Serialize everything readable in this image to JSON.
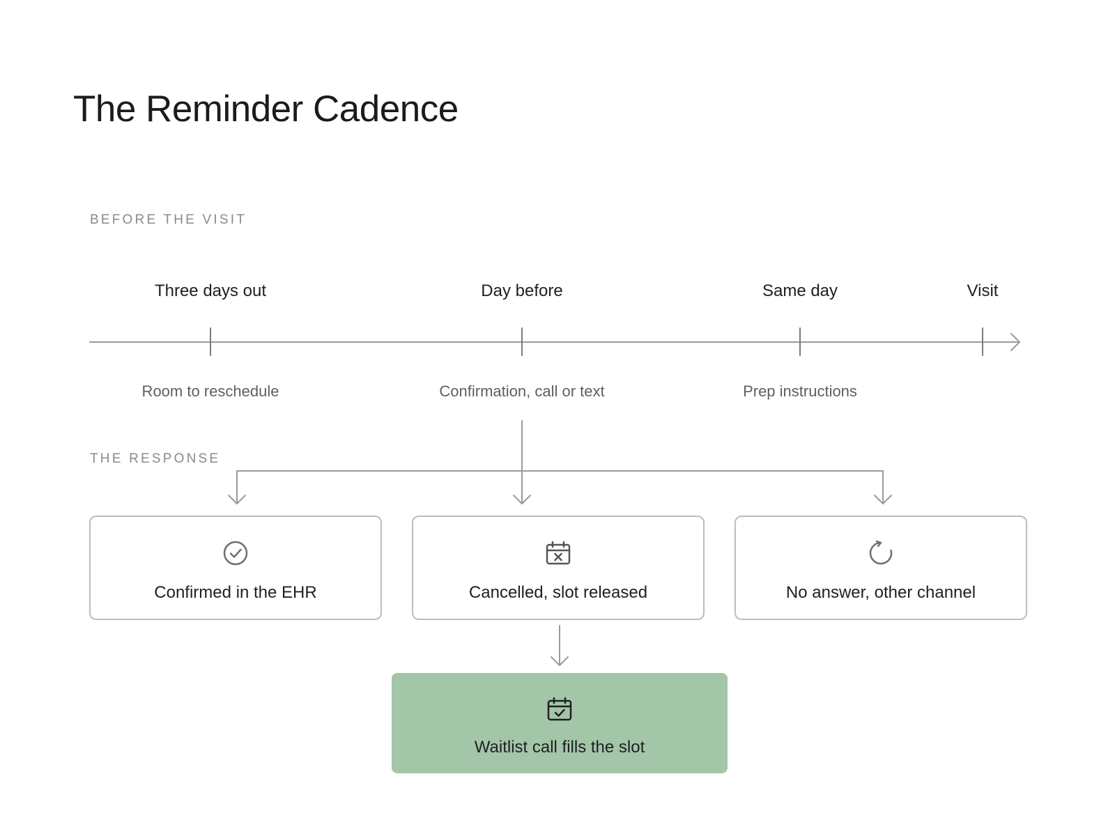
{
  "title": "The Reminder Cadence",
  "sections": {
    "before": "BEFORE THE VISIT",
    "response": "THE RESPONSE"
  },
  "timeline": [
    {
      "title": "Three days out",
      "note": "Room to reschedule"
    },
    {
      "title": "Day before",
      "note": "Confirmation, call or text"
    },
    {
      "title": "Same day",
      "note": "Prep instructions"
    },
    {
      "title": "Visit",
      "note": ""
    }
  ],
  "outcomes": [
    {
      "label": "Confirmed in the EHR",
      "icon": "check-circle-icon"
    },
    {
      "label": "Cancelled, slot released",
      "icon": "calendar-x-icon"
    },
    {
      "label": "No answer, other channel",
      "icon": "refresh-icon"
    }
  ],
  "result": {
    "label": "Waitlist call fills the slot",
    "icon": "calendar-check-icon"
  },
  "colors": {
    "result_fill": "#a3c5a8",
    "line": "#9a9a9a",
    "box_border": "#bdbdbd"
  }
}
